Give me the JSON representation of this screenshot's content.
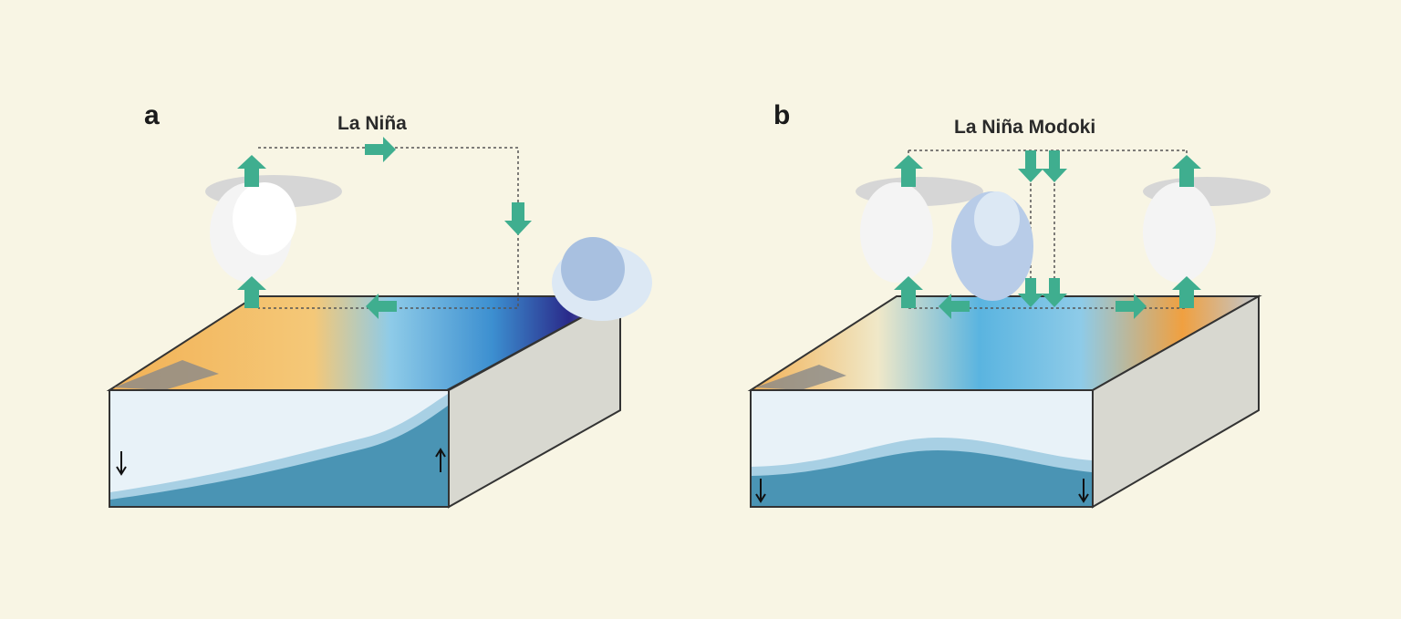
{
  "panels": [
    {
      "letter": "a",
      "title": "La Niña",
      "circulation": "single Walker cell: ascent west, descent east",
      "thermocline": "shallow east, deep west",
      "subsurface_arrows": [
        "down-west",
        "up-east"
      ]
    },
    {
      "letter": "b",
      "title": "La Niña Modoki",
      "circulation": "double Walker cell: ascent at both edges, descent in center",
      "thermocline": "raised in center",
      "subsurface_arrows": [
        "down-west",
        "down-east"
      ]
    }
  ],
  "colors": {
    "background": "#f8f5e4",
    "arrow_green": "#3fae8f",
    "warm": "#f0b050",
    "cool": "#5ab4e0",
    "deep_cool": "#2a2a8a",
    "upper_ocean": "#e8f2f8",
    "deep_ocean": "#4a94b4",
    "side_face": "#d8d8d0"
  }
}
